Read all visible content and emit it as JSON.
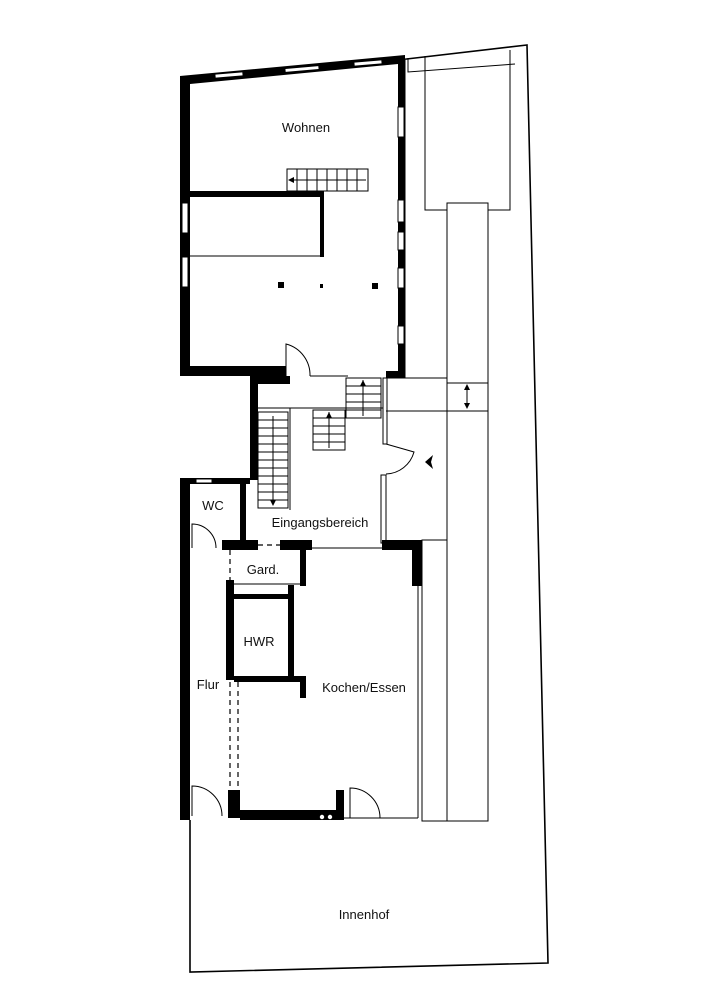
{
  "plan": {
    "rooms": {
      "wohnen": "Wohnen",
      "wc": "WC",
      "eingangsbereich": "Eingangsbereich",
      "garderobe": "Gard.",
      "hwr": "HWR",
      "flur": "Flur",
      "kochen_essen": "Kochen/Essen",
      "innenhof": "Innenhof"
    }
  }
}
